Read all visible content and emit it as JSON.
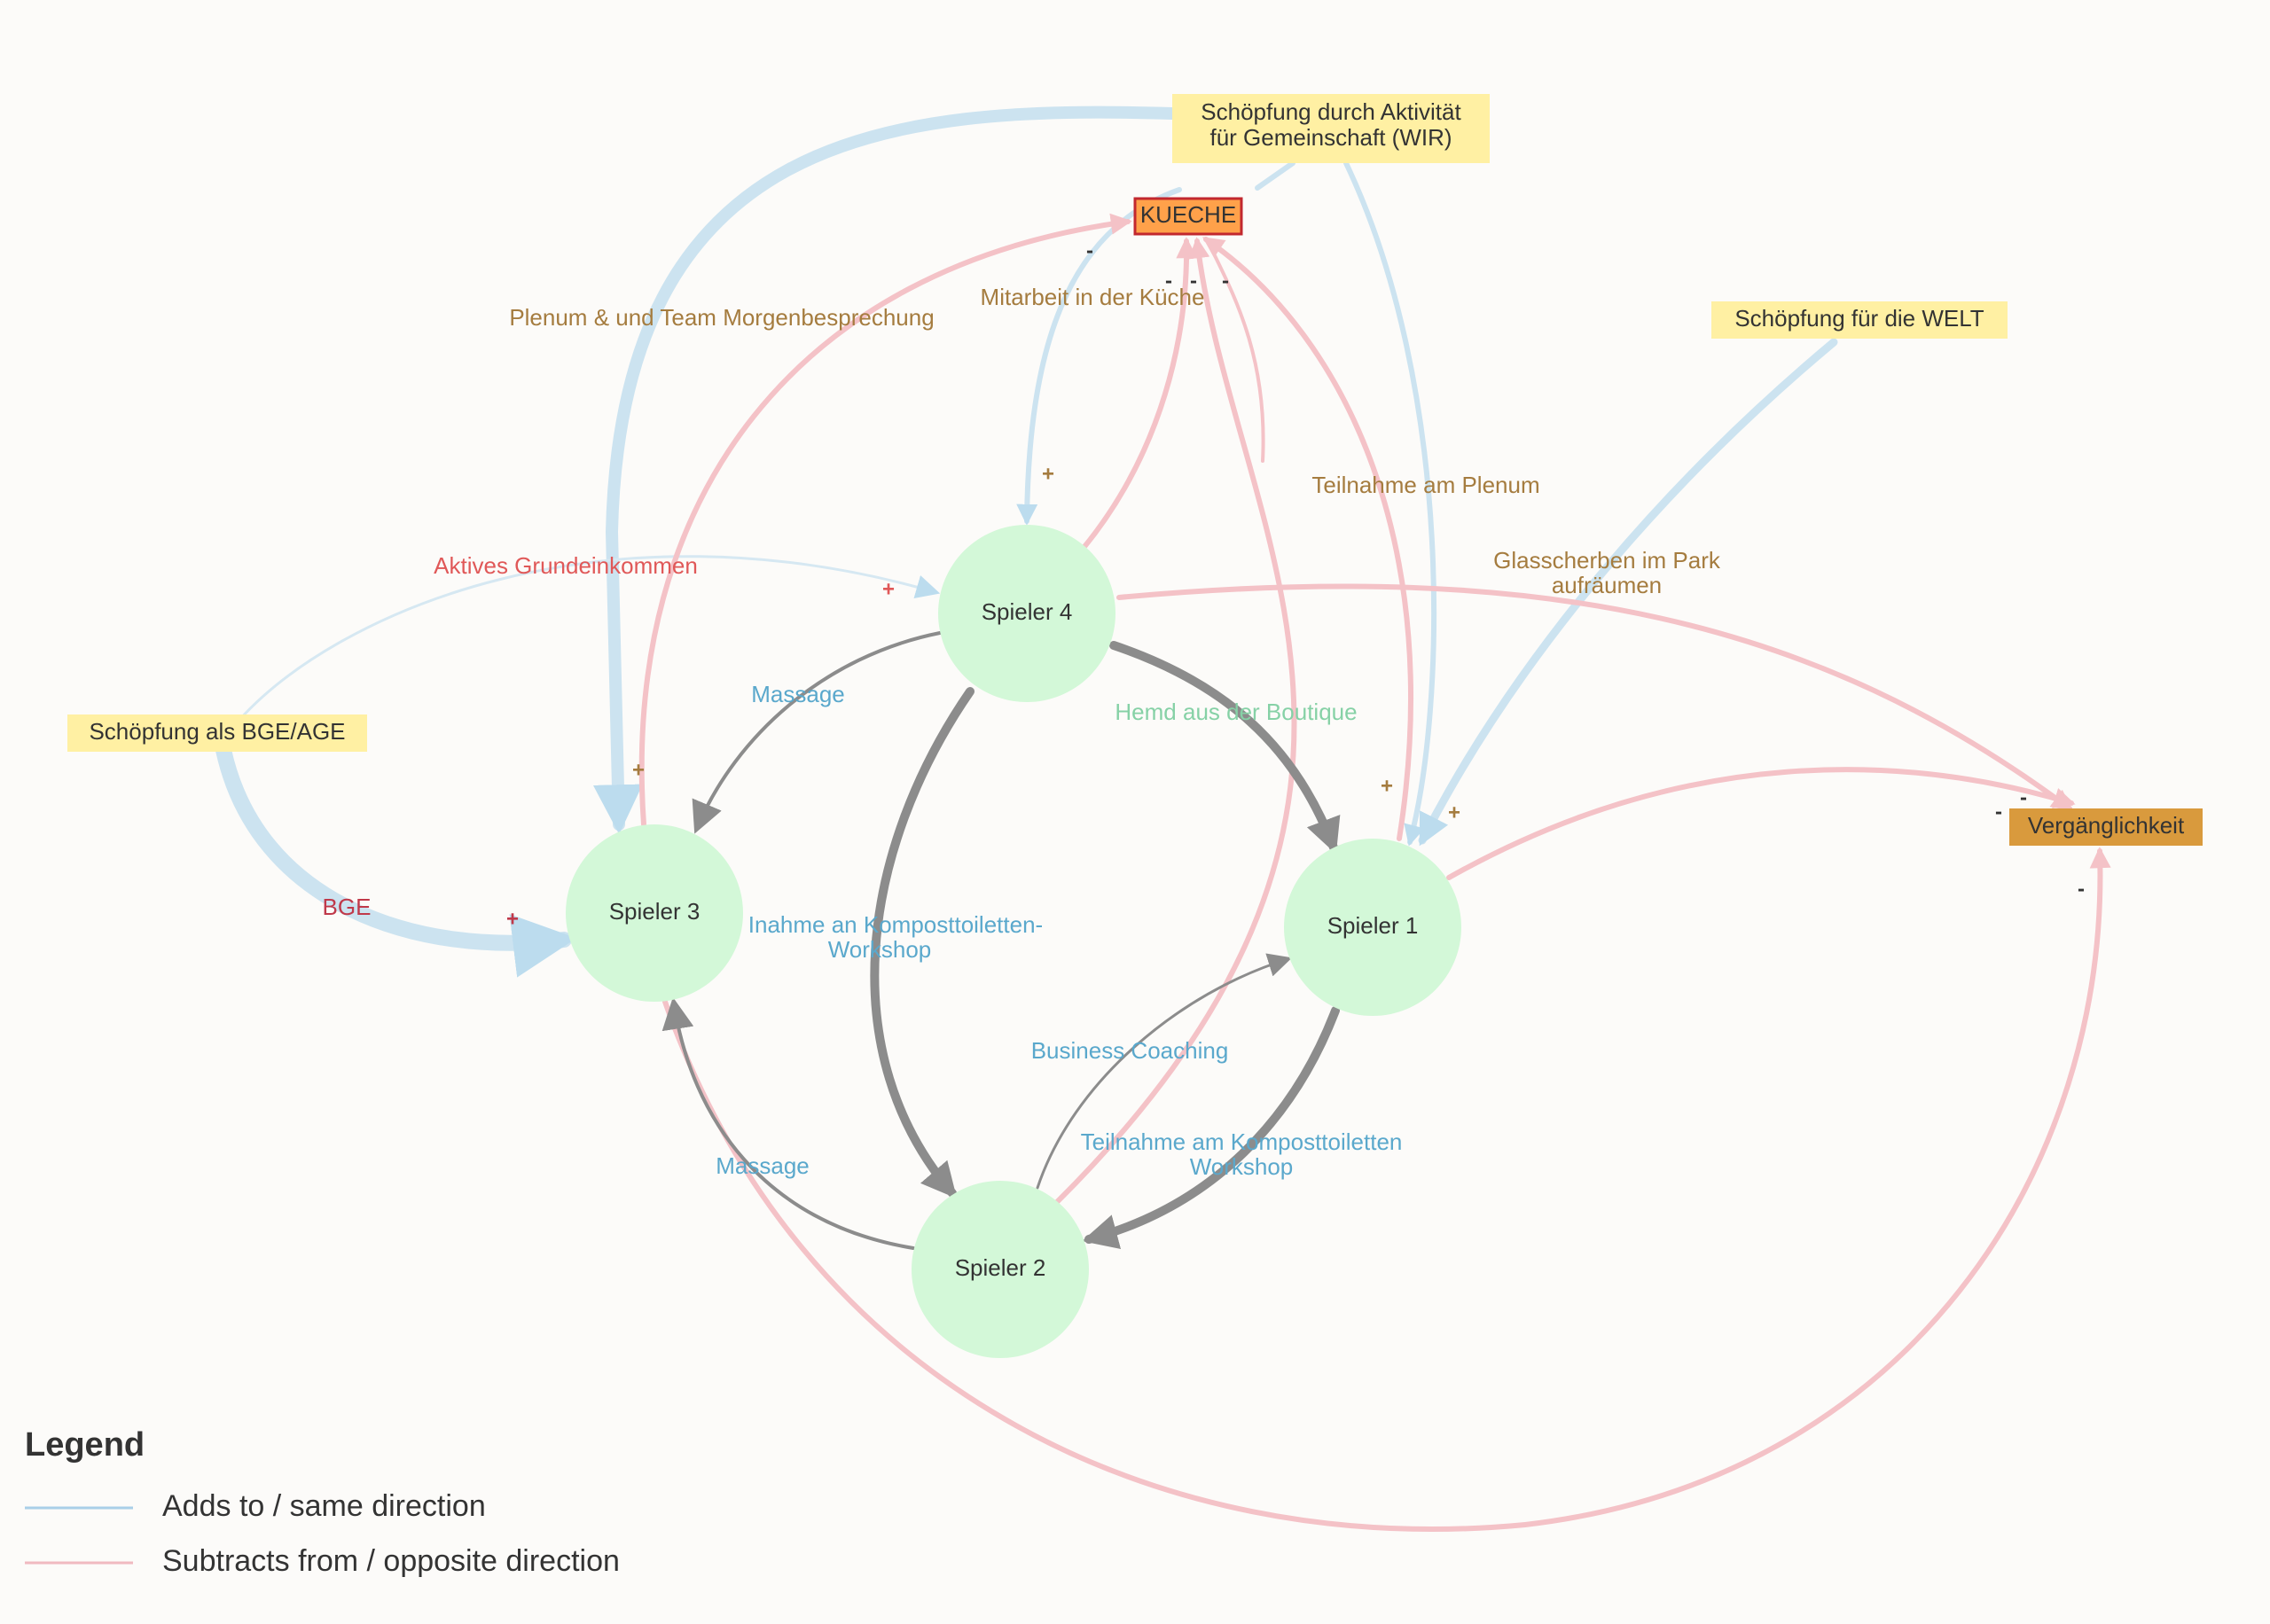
{
  "nodes": {
    "spieler1": "Spieler 1",
    "spieler2": "Spieler 2",
    "spieler3": "Spieler 3",
    "spieler4": "Spieler 4"
  },
  "boxes": {
    "wir_line1": "Schöpfung durch Aktivität",
    "wir_line2": "für Gemeinschaft (WIR)",
    "kueche": "KUECHE",
    "welt": "Schöpfung für die WELT",
    "bge_age": "Schöpfung als BGE/AGE",
    "vergaenglichkeit": "Vergänglichkeit"
  },
  "edge_labels": {
    "plenum_team": "Plenum & und Team Morgenbesprechung",
    "mitarbeit_kueche": "Mitarbeit in der Küche",
    "teilnahme_plenum": "Teilnahme am Plenum",
    "glasscherben_1": "Glasscherben im Park",
    "glasscherben_2": "aufräumen",
    "aktives_grundeinkommen": "Aktives Grundeinkommen",
    "massage_top": "Massage",
    "hemd": "Hemd aus der Boutique",
    "bge": "BGE",
    "kompost_left_1": "Inahme an Komposttoiletten-",
    "kompost_left_2": "Workshop",
    "business_coaching": "Business Coaching",
    "massage_bottom": "Massage",
    "kompost_right_1": "Teilnahme am Komposttoiletten",
    "kompost_right_2": "Workshop"
  },
  "signs": {
    "plus": "+",
    "minus": "-"
  },
  "legend": {
    "title": "Legend",
    "adds": "Adds to / same direction",
    "subtracts": "Subtracts from / opposite direction"
  },
  "colors": {
    "positive": "#a9cfe8",
    "negative": "#f0b9c0",
    "neutral": "#909090",
    "node_fill": "#d3f8d8",
    "box_yellow": "#fff0a3",
    "kueche_fill": "#ffa14a",
    "kueche_border": "#c2282f",
    "vergaenglichkeit_fill": "#d99a3d",
    "label_brown": "#a57c3f",
    "label_blue": "#5aa8cc",
    "label_red": "#e05858",
    "label_crimson": "#c0394a",
    "label_green": "#86d1a6"
  }
}
